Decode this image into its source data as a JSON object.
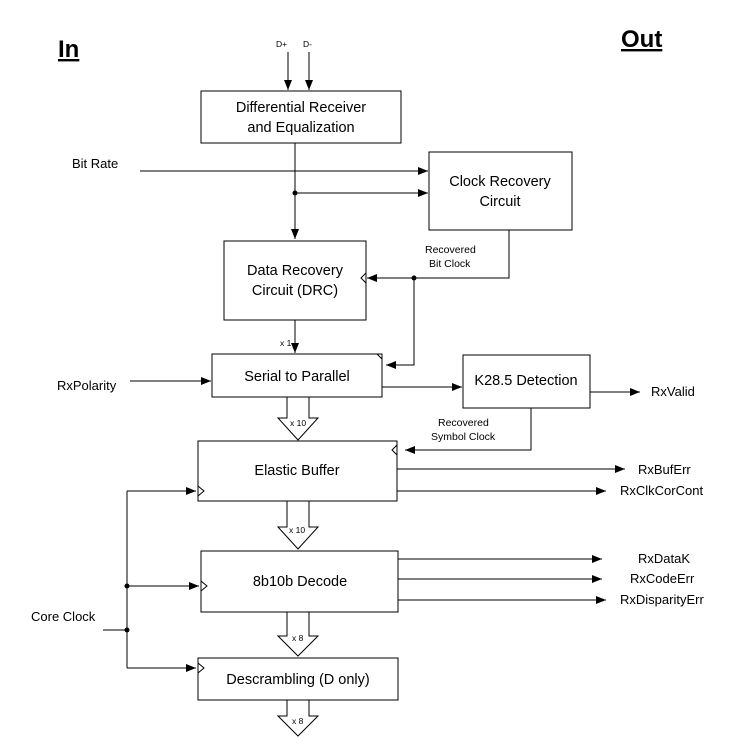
{
  "headings": {
    "in": "In",
    "out": "Out"
  },
  "inputs": {
    "d_plus": "D+",
    "d_minus": "D-",
    "bit_rate": "Bit Rate",
    "rx_polarity": "RxPolarity",
    "core_clock": "Core Clock"
  },
  "blocks": {
    "diff_receiver": [
      "Differential Receiver",
      "and Equalization"
    ],
    "clock_recovery": [
      "Clock Recovery",
      "Circuit"
    ],
    "data_recovery": [
      "Data Recovery",
      "Circuit (DRC)"
    ],
    "serial_to_parallel": "Serial to Parallel",
    "k285_detection": "K28.5 Detection",
    "elastic_buffer": "Elastic Buffer",
    "decode_8b10b": "8b10b Decode",
    "descrambling": "Descrambling (D only)"
  },
  "annotations": {
    "recovered_bit_clock": [
      "Recovered",
      "Bit Clock"
    ],
    "recovered_symbol_clock": [
      "Recovered",
      "Symbol Clock"
    ]
  },
  "bus_widths": {
    "drc_out": "x 1",
    "s2p_out": "x 10",
    "eb_out": "x 10",
    "dec_out": "x 8",
    "desc_out": "x 8"
  },
  "outputs": {
    "rx_valid": "RxValid",
    "rx_buf_err": "RxBufErr",
    "rx_clk_cor_cont": "RxClkCorCont",
    "rx_data_k": "RxDataK",
    "rx_code_err": "RxCodeErr",
    "rx_disparity_err": "RxDisparityErr"
  }
}
